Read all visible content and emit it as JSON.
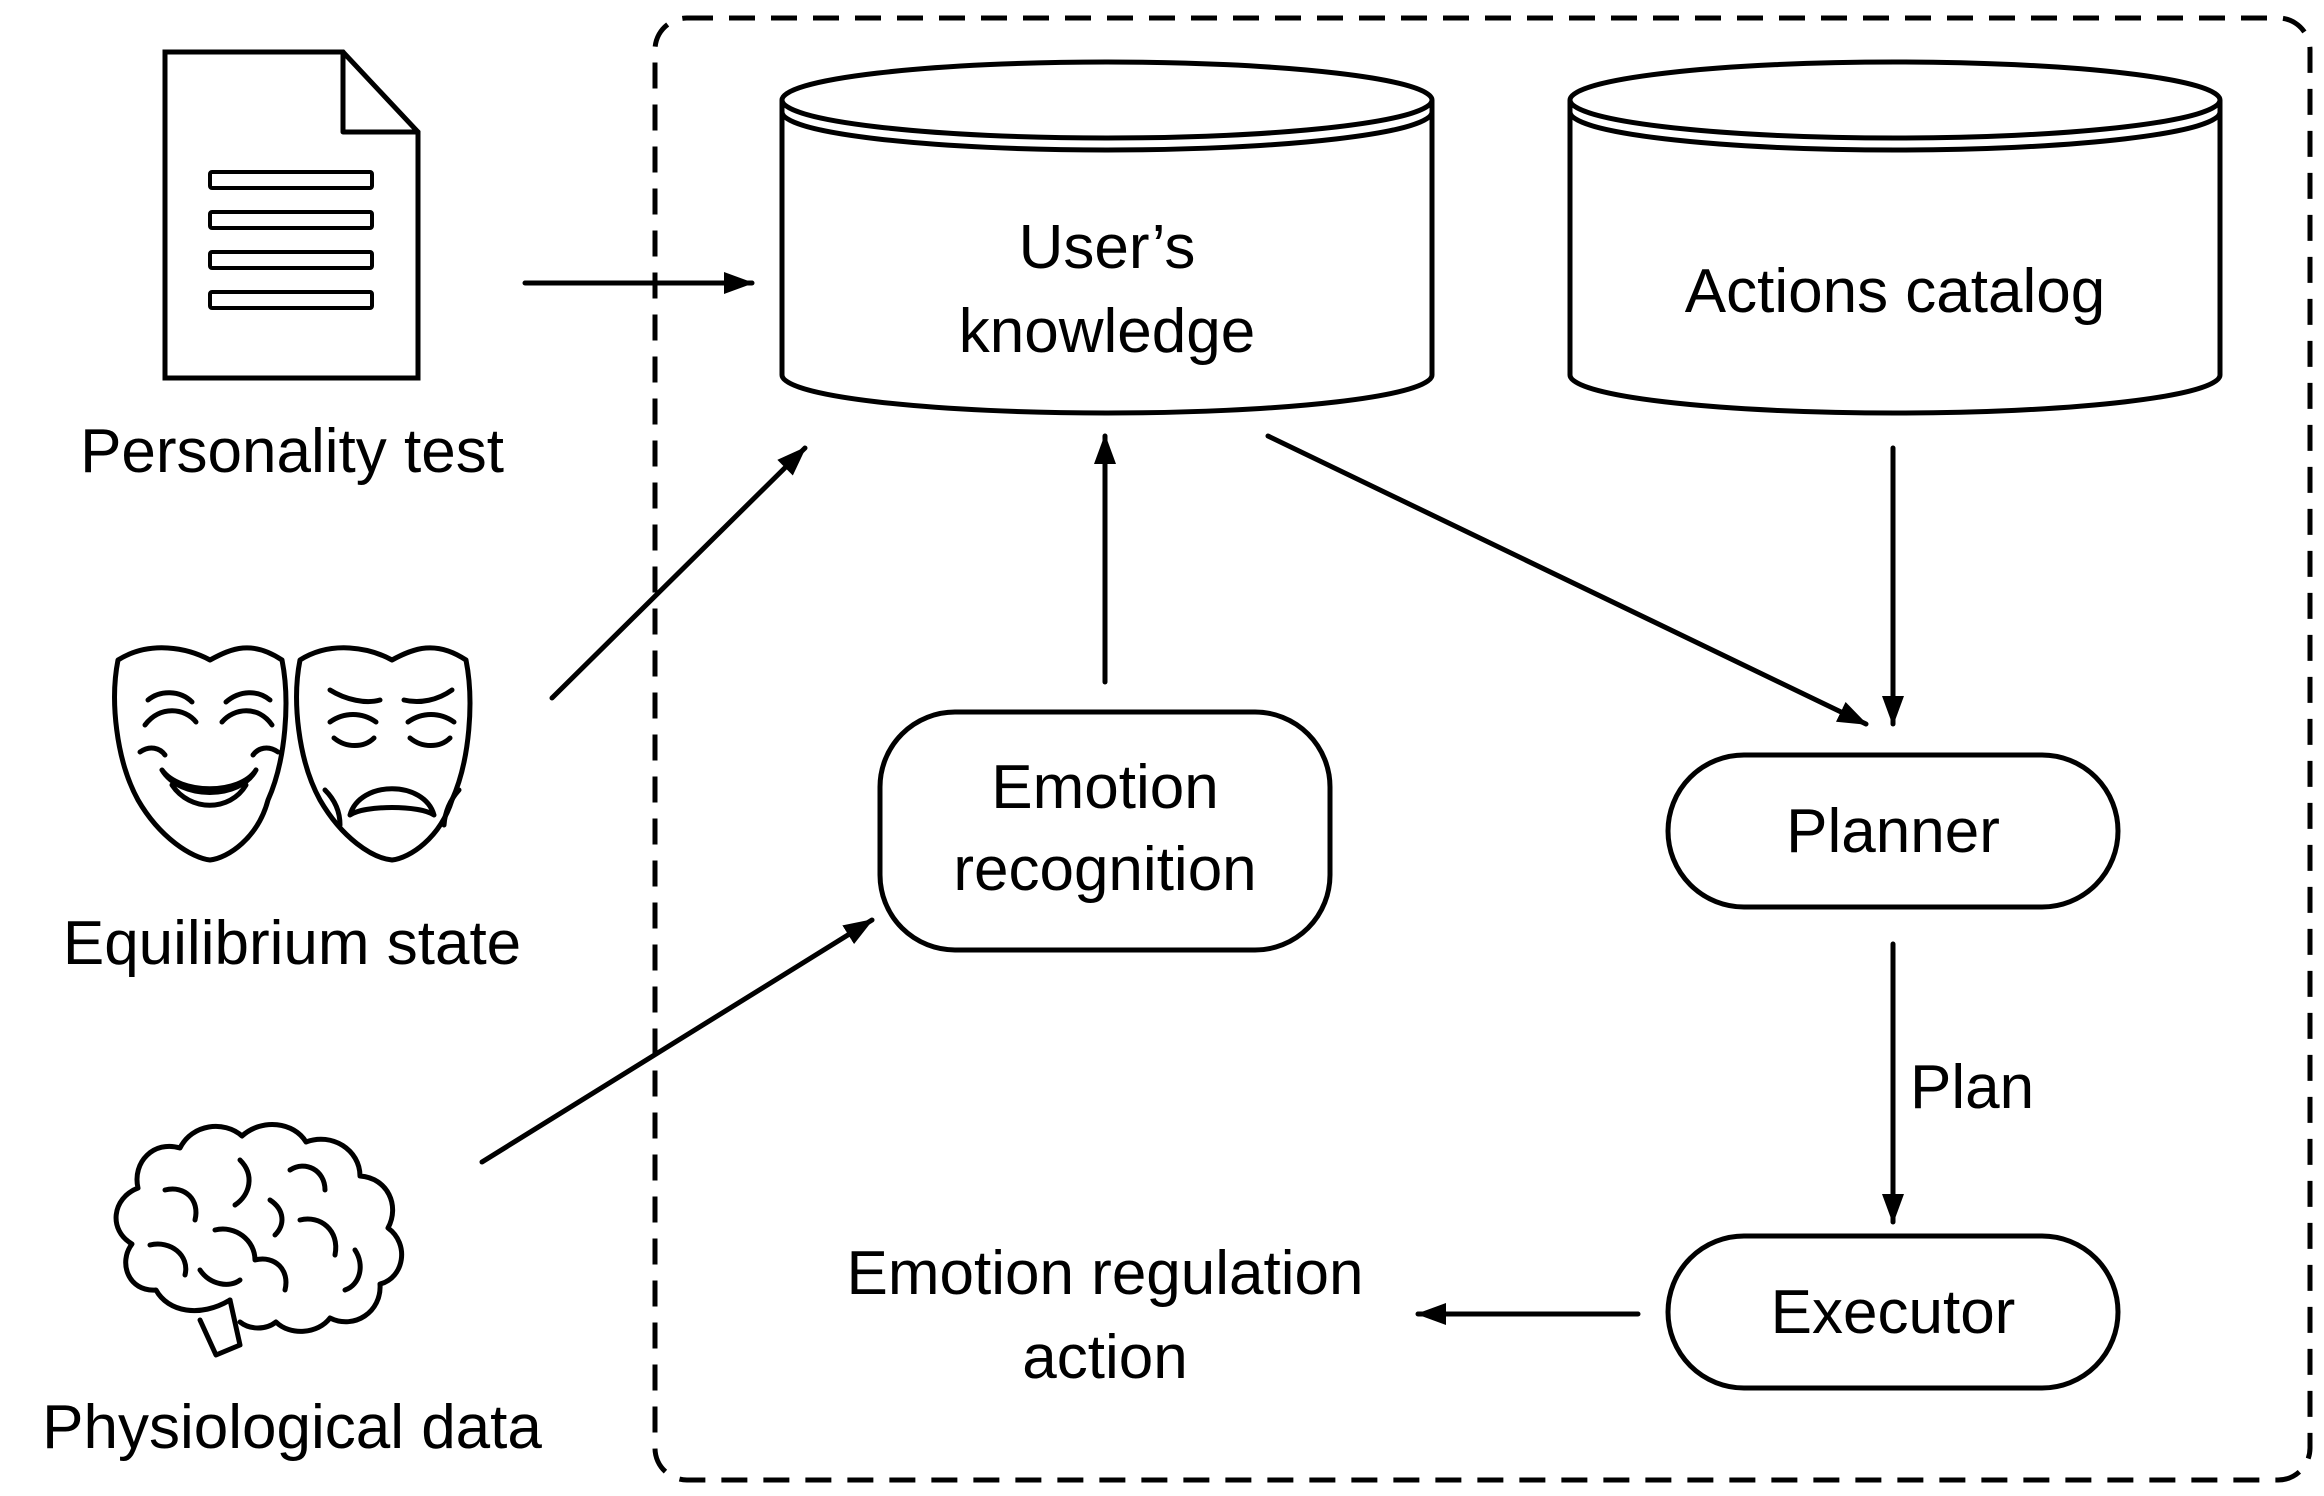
{
  "inputs": {
    "personality_test": "Personality test",
    "equilibrium_state": "Equilibrium state",
    "physiological_data": "Physiological data"
  },
  "stores": {
    "users_knowledge_line1": "User’s",
    "users_knowledge_line2": "knowledge",
    "actions_catalog": "Actions catalog"
  },
  "processes": {
    "emotion_recognition_line1": "Emotion",
    "emotion_recognition_line2": "recognition",
    "planner": "Planner",
    "executor": "Executor"
  },
  "edge_labels": {
    "plan": "Plan"
  },
  "outputs": {
    "emotion_regulation_line1": "Emotion regulation",
    "emotion_regulation_line2": "action"
  },
  "icons": {
    "document": "document-icon",
    "masks": "theater-masks-icon",
    "brain": "brain-icon"
  }
}
